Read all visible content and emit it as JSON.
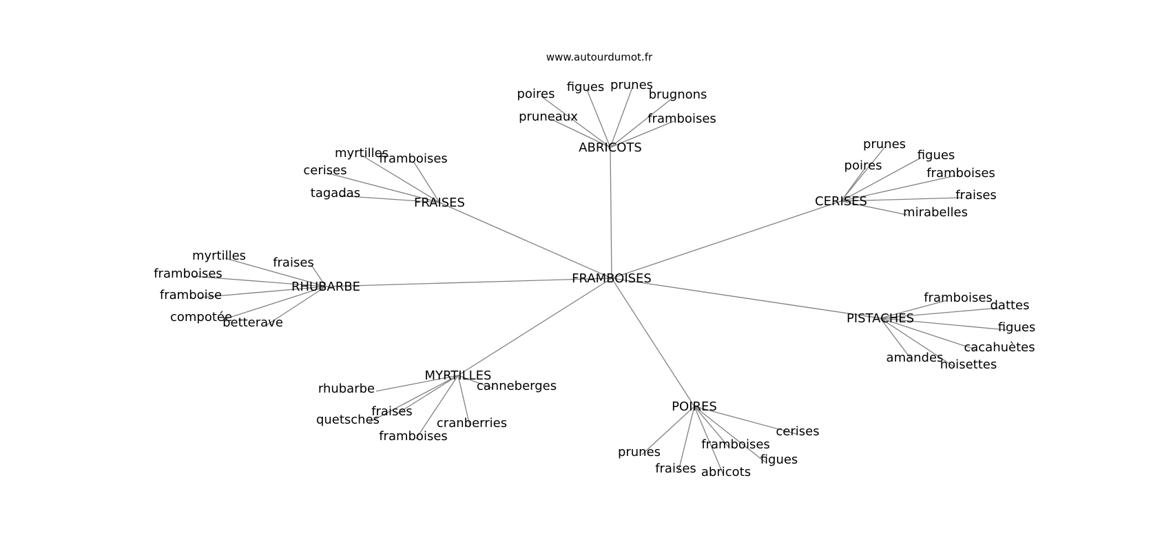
{
  "source_label": "www.autourdumot.fr",
  "center": "FRAMBOISES",
  "hubs": [
    {
      "label": "ABRICOTS",
      "leaves": [
        "poires",
        "figues",
        "prunes",
        "brugnons",
        "pruneaux",
        "framboises"
      ]
    },
    {
      "label": "FRAISES",
      "leaves": [
        "myrtilles",
        "framboises",
        "cerises",
        "tagadas"
      ]
    },
    {
      "label": "CERISES",
      "leaves": [
        "prunes",
        "figues",
        "poires",
        "framboises",
        "fraises",
        "mirabelles"
      ]
    },
    {
      "label": "RHUBARBE",
      "leaves": [
        "myrtilles",
        "fraises",
        "framboises",
        "framboise",
        "compotée",
        "betterave"
      ]
    },
    {
      "label": "PISTACHES",
      "leaves": [
        "framboises",
        "dattes",
        "figues",
        "cacahuètes",
        "amandes",
        "noisettes"
      ]
    },
    {
      "label": "MYRTILLES",
      "leaves": [
        "rhubarbe",
        "canneberges",
        "fraises",
        "quetsches",
        "cranberries",
        "framboises"
      ]
    },
    {
      "label": "POIRES",
      "leaves": [
        "cerises",
        "framboises",
        "figues",
        "prunes",
        "fraises",
        "abricots"
      ]
    }
  ]
}
